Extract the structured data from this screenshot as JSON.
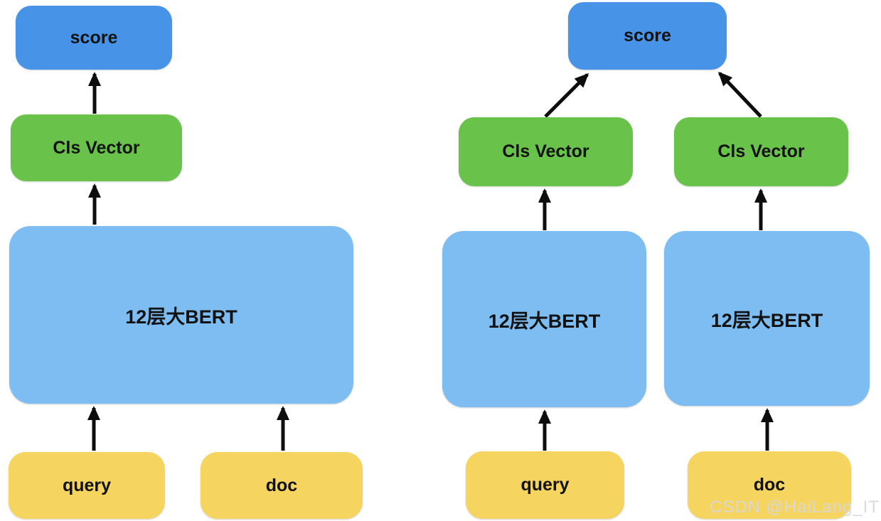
{
  "diagram": {
    "left": {
      "score_label": "score",
      "cls_label": "Cls Vector",
      "bert_label": "12层大BERT",
      "query_label": "query",
      "doc_label": "doc"
    },
    "right": {
      "score_label": "score",
      "cls_left_label": "Cls Vector",
      "cls_right_label": "Cls Vector",
      "bert_left_label": "12层大BERT",
      "bert_right_label": "12层大BERT",
      "query_label": "query",
      "doc_label": "doc"
    },
    "edges": [
      {
        "from": "left-cls-vector",
        "to": "left-score"
      },
      {
        "from": "left-bert",
        "to": "left-cls-vector"
      },
      {
        "from": "left-query",
        "to": "left-bert"
      },
      {
        "from": "left-doc",
        "to": "left-bert"
      },
      {
        "from": "right-cls-vector-left",
        "to": "right-score"
      },
      {
        "from": "right-cls-vector-right",
        "to": "right-score"
      },
      {
        "from": "right-bert-left",
        "to": "right-cls-vector-left"
      },
      {
        "from": "right-bert-right",
        "to": "right-cls-vector-right"
      },
      {
        "from": "right-query",
        "to": "right-bert-left"
      },
      {
        "from": "right-doc",
        "to": "right-bert-right"
      }
    ]
  },
  "watermark": {
    "text": "CSDN @HaiLang_IT"
  },
  "colors": {
    "score_blue": "#4793E8",
    "cls_green": "#69C24A",
    "bert_blue": "#7DBDF2",
    "input_yellow": "#F5D45F",
    "arrow_black": "#0D0D0D",
    "label_black": "#121212",
    "watermark_gray": "#D9D9D9"
  }
}
